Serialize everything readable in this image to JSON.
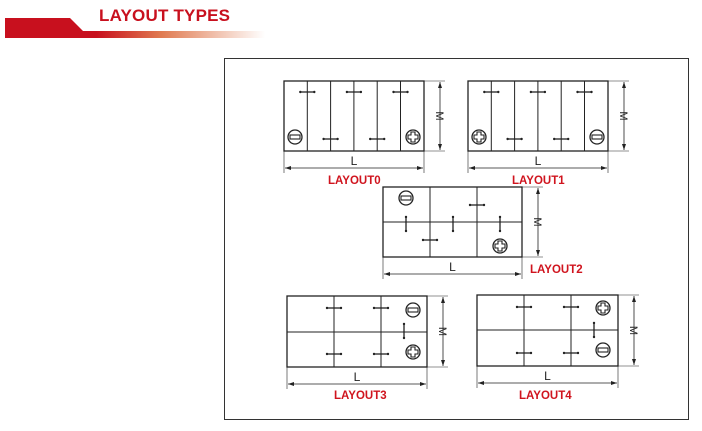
{
  "header": {
    "title": "LAYOUT TYPES",
    "accent_color": "#c8101e"
  },
  "layouts": [
    {
      "label": "LAYOUT0",
      "dim_height": "M",
      "dim_length": "L",
      "negative": "left",
      "positive": "right"
    },
    {
      "label": "LAYOUT1",
      "dim_height": "M",
      "dim_length": "L",
      "negative": "right",
      "positive": "left"
    },
    {
      "label": "LAYOUT2",
      "dim_height": "M",
      "dim_length": "L",
      "negative": "top-left",
      "positive": "bottom-right"
    },
    {
      "label": "LAYOUT3",
      "dim_height": "M",
      "dim_length": "L",
      "negative": "top-right",
      "positive": "bottom-right"
    },
    {
      "label": "LAYOUT4",
      "dim_height": "M",
      "dim_length": "L",
      "negative": "bottom-right",
      "positive": "top-right"
    }
  ]
}
